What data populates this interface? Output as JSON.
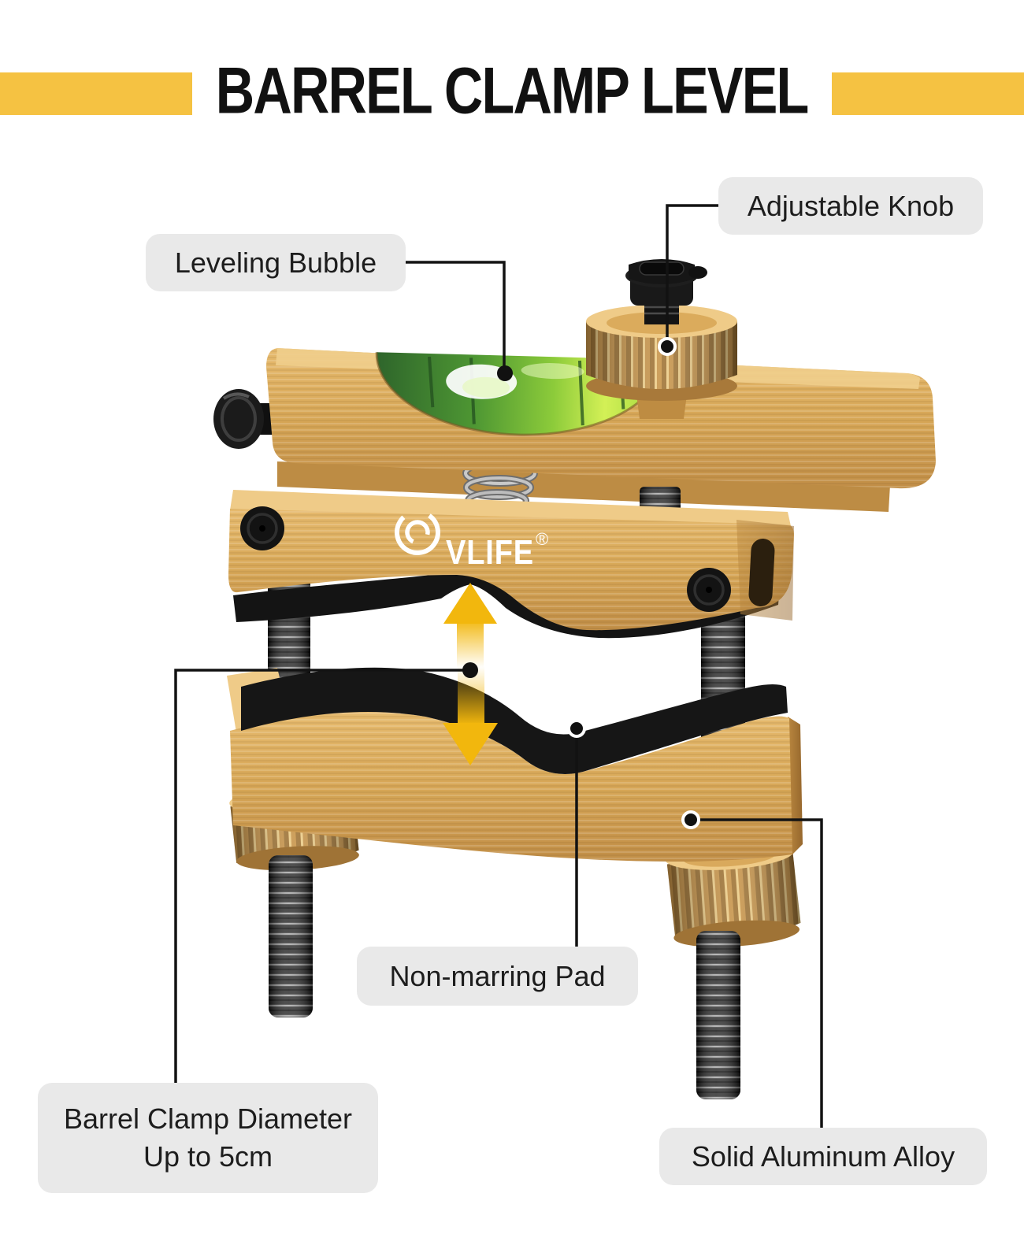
{
  "title": "BARREL CLAMP LEVEL",
  "brand": {
    "logo_text": "VLIFE",
    "registered_mark": "®",
    "emblem": "c-ring-emblem"
  },
  "callouts": {
    "adjustable_knob": {
      "label": "Adjustable Knob"
    },
    "leveling_bubble": {
      "label": "Leveling Bubble"
    },
    "non_marring_pad": {
      "label": "Non-marring Pad"
    },
    "barrel_clamp_diameter": {
      "label_line1": "Barrel Clamp Diameter",
      "label_line2": "Up to 5cm"
    },
    "solid_aluminum_alloy": {
      "label": "Solid Aluminum Alloy"
    }
  },
  "indicators": {
    "clamp_arrows": [
      "up",
      "down"
    ]
  },
  "colors": {
    "accent_yellow": "#F5C242",
    "arrow_yellow": "#F2B70D",
    "label_bg": "#E9E9E9",
    "label_text": "#1D1D1D",
    "line_color": "#121212",
    "title_color": "#111111",
    "gold_body": "#D5A35A",
    "gold_highlight": "#EFCB88",
    "gold_shadow": "#A8793A",
    "black_part": "#161616",
    "bubble_green": "#9ACB3B",
    "spring_silver": "#C4C4C4"
  }
}
